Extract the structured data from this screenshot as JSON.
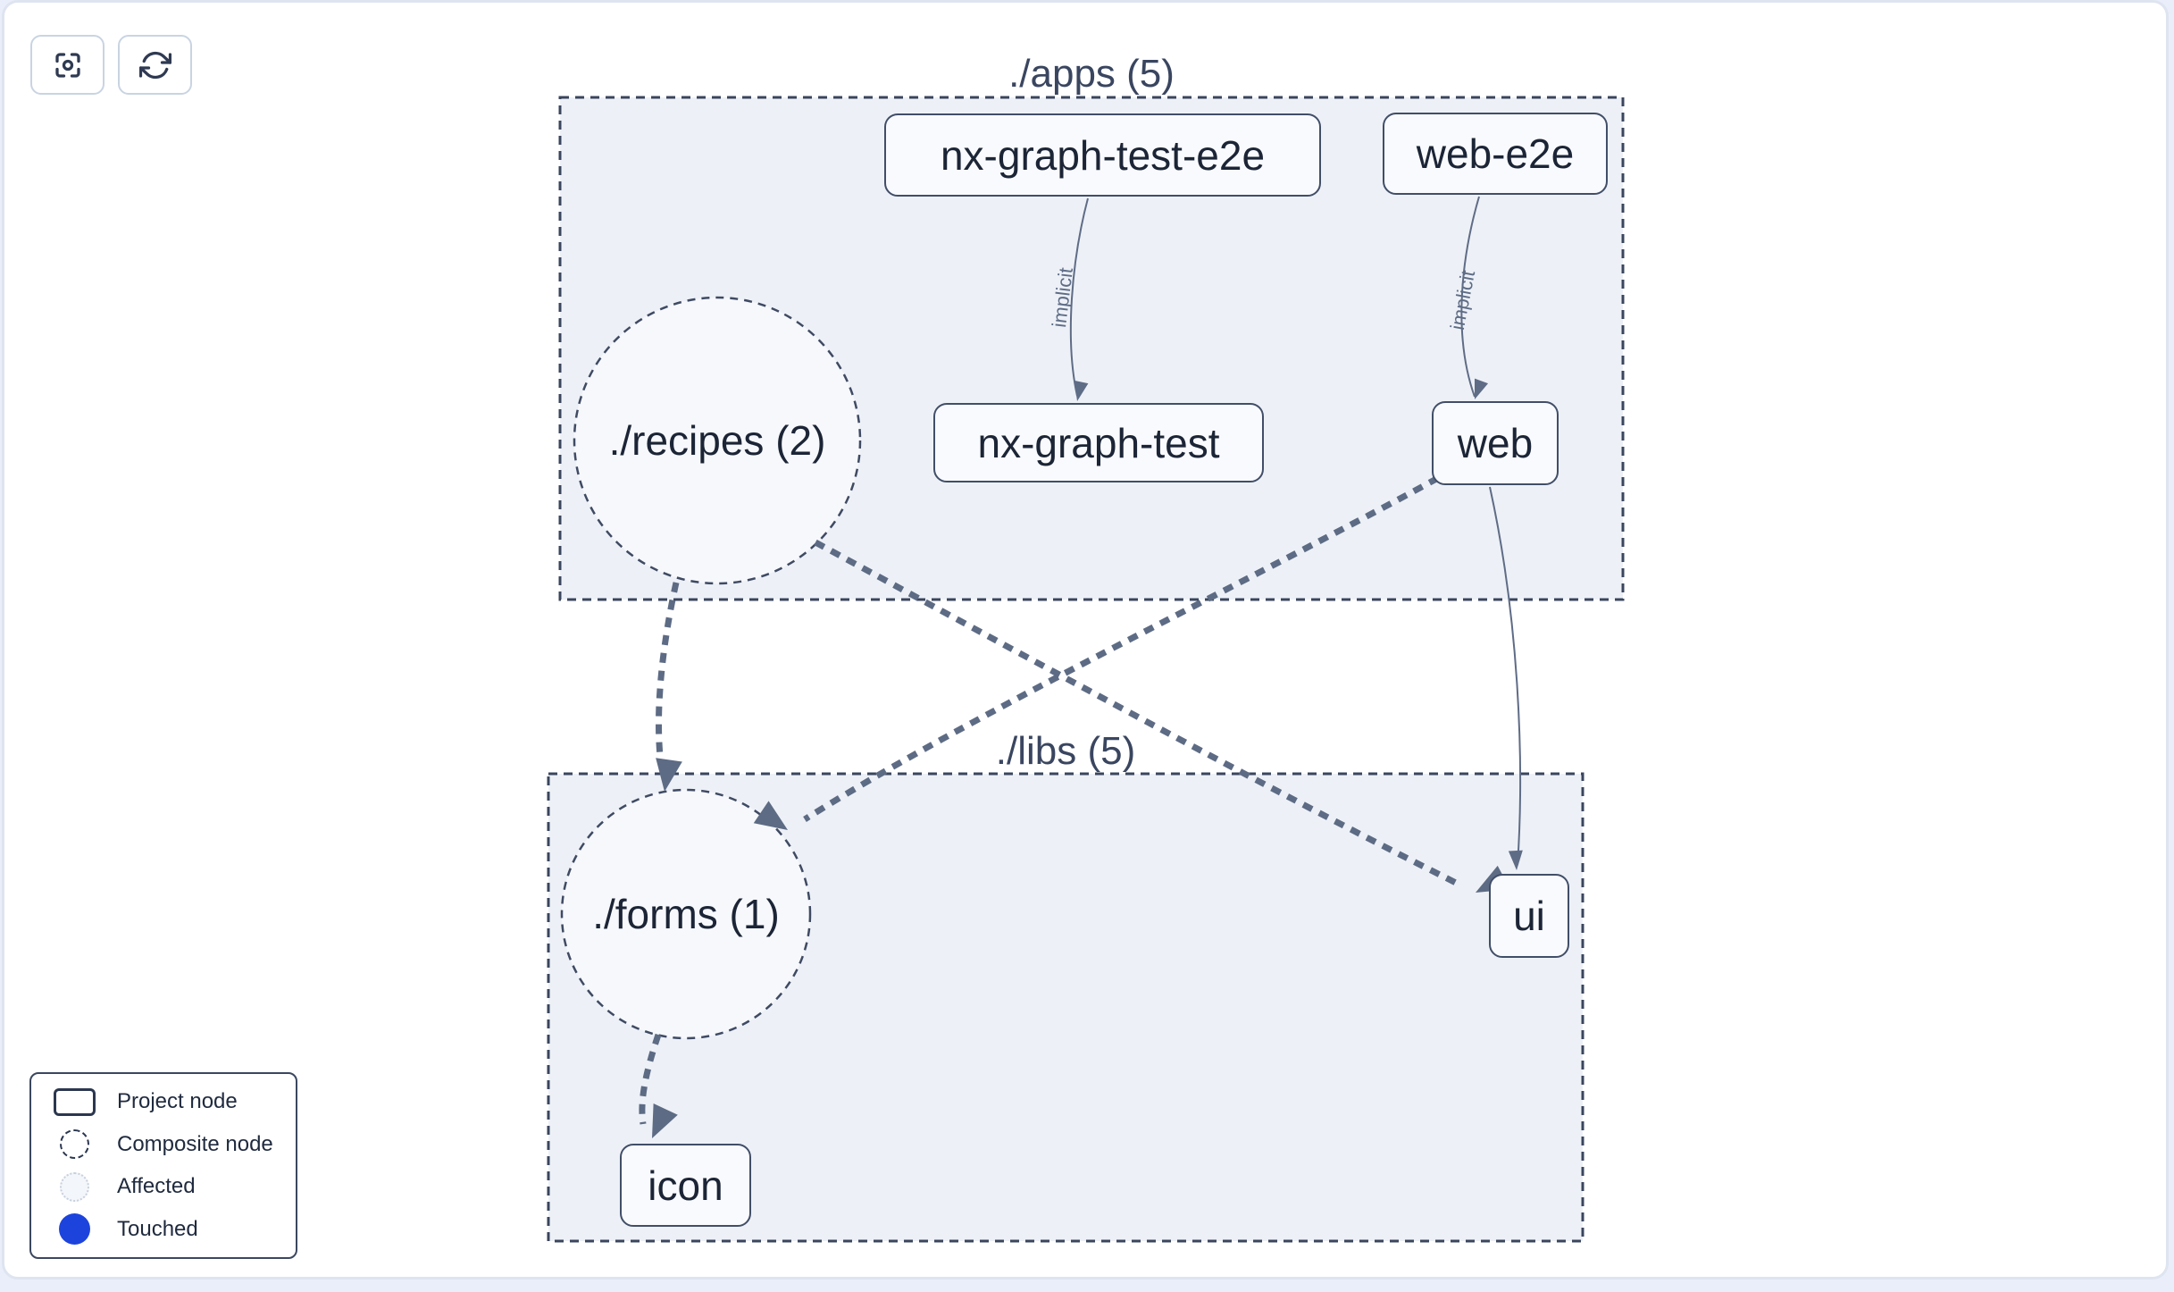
{
  "toolbar": {
    "buttons": [
      {
        "icon": "focus-icon"
      },
      {
        "icon": "refresh-icon"
      }
    ]
  },
  "graph": {
    "clusters": [
      {
        "id": "apps",
        "label": "./apps (5)"
      },
      {
        "id": "libs",
        "label": "./libs (5)"
      }
    ],
    "composite_nodes": [
      {
        "label": "./recipes (2)"
      },
      {
        "label": "./forms (1)"
      }
    ],
    "project_nodes": [
      {
        "label": "nx-graph-test-e2e"
      },
      {
        "label": "web-e2e"
      },
      {
        "label": "nx-graph-test"
      },
      {
        "label": "web"
      },
      {
        "label": "ui"
      },
      {
        "label": "icon"
      }
    ],
    "edges": [
      {
        "from": "nx-graph-test-e2e",
        "to": "nx-graph-test",
        "label": "implicit",
        "style": "solid"
      },
      {
        "from": "web-e2e",
        "to": "web",
        "label": "implicit",
        "style": "solid"
      },
      {
        "from": "./recipes (2)",
        "to": "./forms (1)",
        "style": "dashed"
      },
      {
        "from": "./recipes (2)",
        "to": "ui",
        "style": "dashed"
      },
      {
        "from": "web",
        "to": "./forms (1)",
        "style": "dashed"
      },
      {
        "from": "web",
        "to": "ui",
        "style": "solid"
      },
      {
        "from": "./forms (1)",
        "to": "icon",
        "style": "dashed"
      }
    ]
  },
  "legend": {
    "items": [
      {
        "label": "Project node",
        "swatch": "project-rect"
      },
      {
        "label": "Composite node",
        "swatch": "dashed-circle"
      },
      {
        "label": "Affected",
        "swatch": "affected-circle"
      },
      {
        "label": "Touched",
        "swatch": "touched-circle"
      }
    ]
  },
  "colors": {
    "touched_blue": "#1d43dd",
    "cluster_fill": "#edf1f7",
    "composite_fill": "#f6f8fb",
    "node_fill": "#f9fafd",
    "edge": "#5d6b84",
    "text_dark": "#1c2536"
  }
}
